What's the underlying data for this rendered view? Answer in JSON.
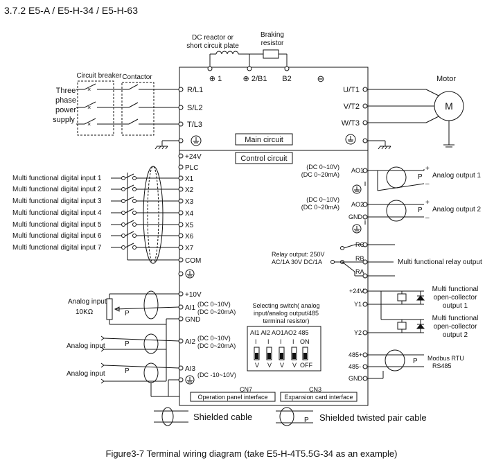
{
  "title": "3.7.2 E5-A / E5-H-34 / E5-H-63",
  "caption": "Figure3-7 Terminal wiring diagram (take E5-H-4T5.5G-34 as an example)",
  "top": {
    "dc_reactor": [
      "DC reactor or",
      "short circuit plate"
    ],
    "braking_resistor": [
      "Braking",
      "resistor"
    ],
    "terminals": [
      "⊕ 1",
      "⊕ 2/B1",
      "B2",
      "⊖"
    ]
  },
  "power_input": {
    "circuit_breaker": "Circuit breaker",
    "contactor": "Contactor",
    "supply": [
      "Three",
      "phase",
      "power",
      "supply"
    ],
    "terminals": [
      "R/L1",
      "S/L2",
      "T/L3"
    ]
  },
  "motor": {
    "label": "Motor",
    "symbol": "M",
    "terminals": [
      "U/T1",
      "V/T2",
      "W/T3"
    ]
  },
  "boxes": {
    "main_circuit": "Main circuit",
    "control_circuit": "Control circuit",
    "operation_panel": "Operation panel interface",
    "expansion_card": "Expansion card interface",
    "cn7": "CN7",
    "cn3": "CN3"
  },
  "digital_inputs": {
    "labels": [
      "Multi functional digital input 1",
      "Multi functional digital input 2",
      "Multi functional digital input 3",
      "Multi functional digital input 4",
      "Multi functional digital input 5",
      "Multi functional digital input 6",
      "Multi functional digital input 7"
    ],
    "terminals": [
      "+24V",
      "PLC",
      "X1",
      "X2",
      "X3",
      "X4",
      "X5",
      "X6",
      "X7",
      "COM"
    ]
  },
  "analog_inputs": {
    "terminals": [
      "+10V",
      "AI1",
      "GND",
      "AI2",
      "AI3"
    ],
    "ai1_range": [
      "(DC 0~10V)",
      "(DC 0~20mA)"
    ],
    "ai2_range": [
      "(DC 0~10V)",
      "(DC 0~20mA)"
    ],
    "ai3_range": "(DC -10~10V)",
    "labels": [
      "Analog input",
      "10KΩ",
      "Analog input",
      "Analog input"
    ],
    "p_marks": [
      "P",
      "P",
      "P"
    ]
  },
  "selecting_switch": {
    "title": [
      "Selecting switch( analog",
      "input/analog output/485",
      "terminal resistor)"
    ],
    "columns": "AI1 AI2 AO1AO2 485",
    "on": "ON",
    "off": "OFF",
    "bottom": [
      "V",
      "V",
      "V",
      "V"
    ],
    "ticks": [
      "I",
      "I",
      "I",
      "I"
    ]
  },
  "analog_outputs": {
    "ao1_range": [
      "(DC 0~10V)",
      "(DC 0~20mA)"
    ],
    "ao2_range": [
      "(DC 0~10V)",
      "(DC 0~20mA)"
    ],
    "terminals": [
      "AO1",
      "AO2",
      "GND"
    ],
    "labels": [
      "Analog output 1",
      "Analog output 2"
    ],
    "p_marks": [
      "P",
      "P"
    ],
    "plus": "+",
    "minus": "–"
  },
  "relay": {
    "spec": [
      "Relay output: 250V",
      "AC/1A  30V  DC/1A"
    ],
    "terminals": [
      "RC",
      "RB",
      "RA"
    ],
    "label": "Multi functional relay output"
  },
  "open_collector": {
    "terminals": [
      "+24V",
      "Y1",
      "Y2"
    ],
    "label1": [
      "Multi functional",
      "open-collector",
      "output 1"
    ],
    "label2": [
      "Multi functional",
      "open-collector",
      "output 2"
    ]
  },
  "rs485": {
    "terminals": [
      "485+",
      "485-",
      "GND"
    ],
    "label": [
      "Modbus RTU",
      "RS485"
    ],
    "p_mark": "P"
  },
  "legend": {
    "shielded": "Shielded cable",
    "twisted": "Shielded twisted pair cable",
    "p_mark": "P"
  }
}
